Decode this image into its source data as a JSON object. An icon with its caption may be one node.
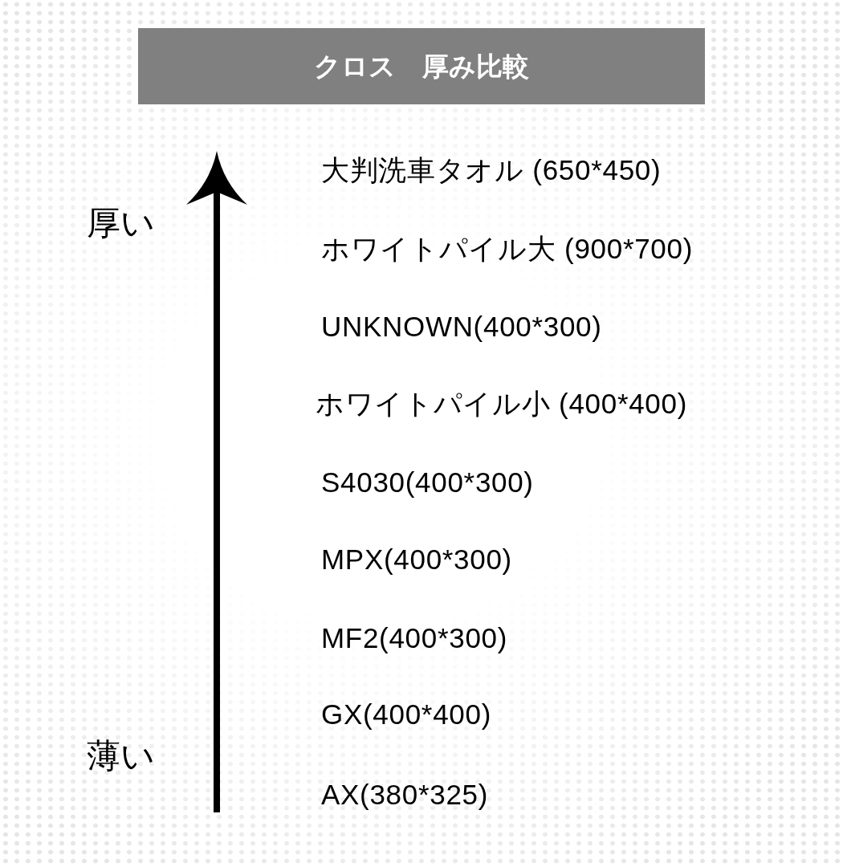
{
  "diagram": {
    "title": "クロス　厚み比較",
    "labels": [
      "大判洗車タオル (650*450)",
      "厚い",
      "ホワイトパイル大 (900*700)",
      "UNKNOWN(400*300)",
      "ホワイトパイル小 (400*400)",
      "S4030(400*300)",
      "MPX(400*300)",
      "MF2(400*300)",
      "GX(400*400)",
      "薄い",
      "AX(380*325)"
    ]
  }
}
